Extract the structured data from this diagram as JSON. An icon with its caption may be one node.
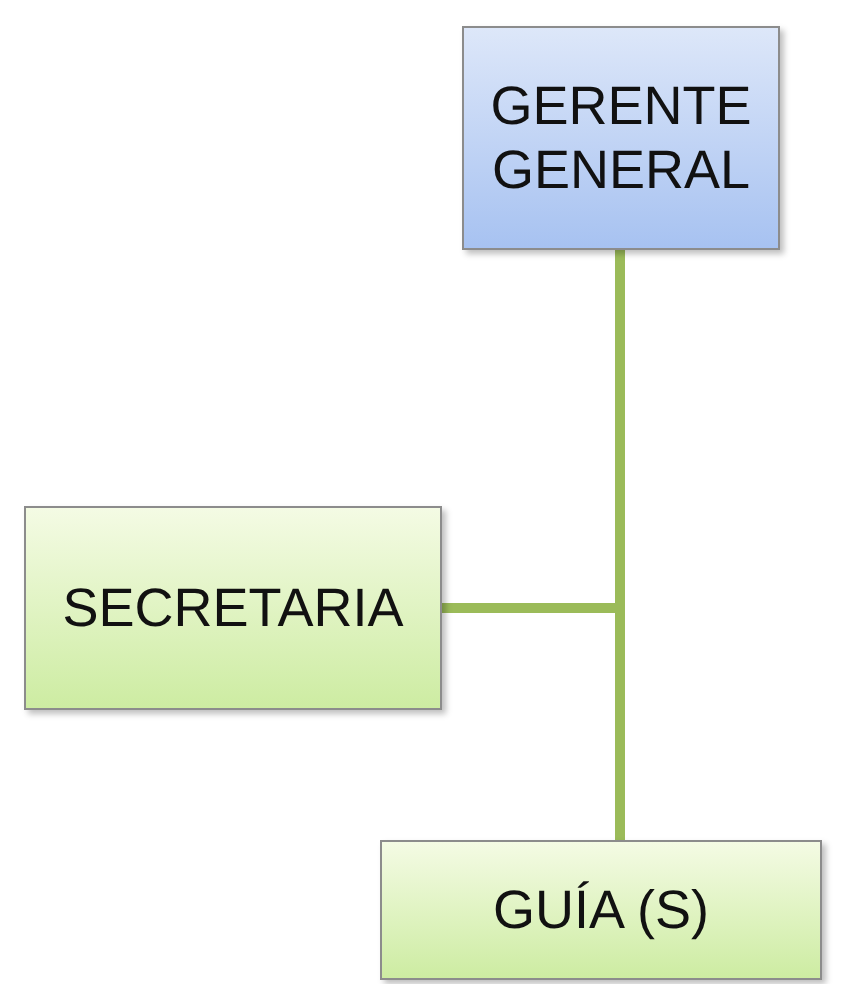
{
  "diagram": {
    "nodes": [
      {
        "text": [
          "GERENTE GENERAL"
        ]
      },
      {
        "text": [
          "SECRETARIA"
        ]
      },
      {
        "text": [
          "GUÍA (S)"
        ]
      }
    ],
    "edges": [
      {
        "from": 0,
        "to": 1,
        "arrow": "none"
      },
      {
        "from": 0,
        "to": 2,
        "arrow": "none"
      }
    ]
  }
}
